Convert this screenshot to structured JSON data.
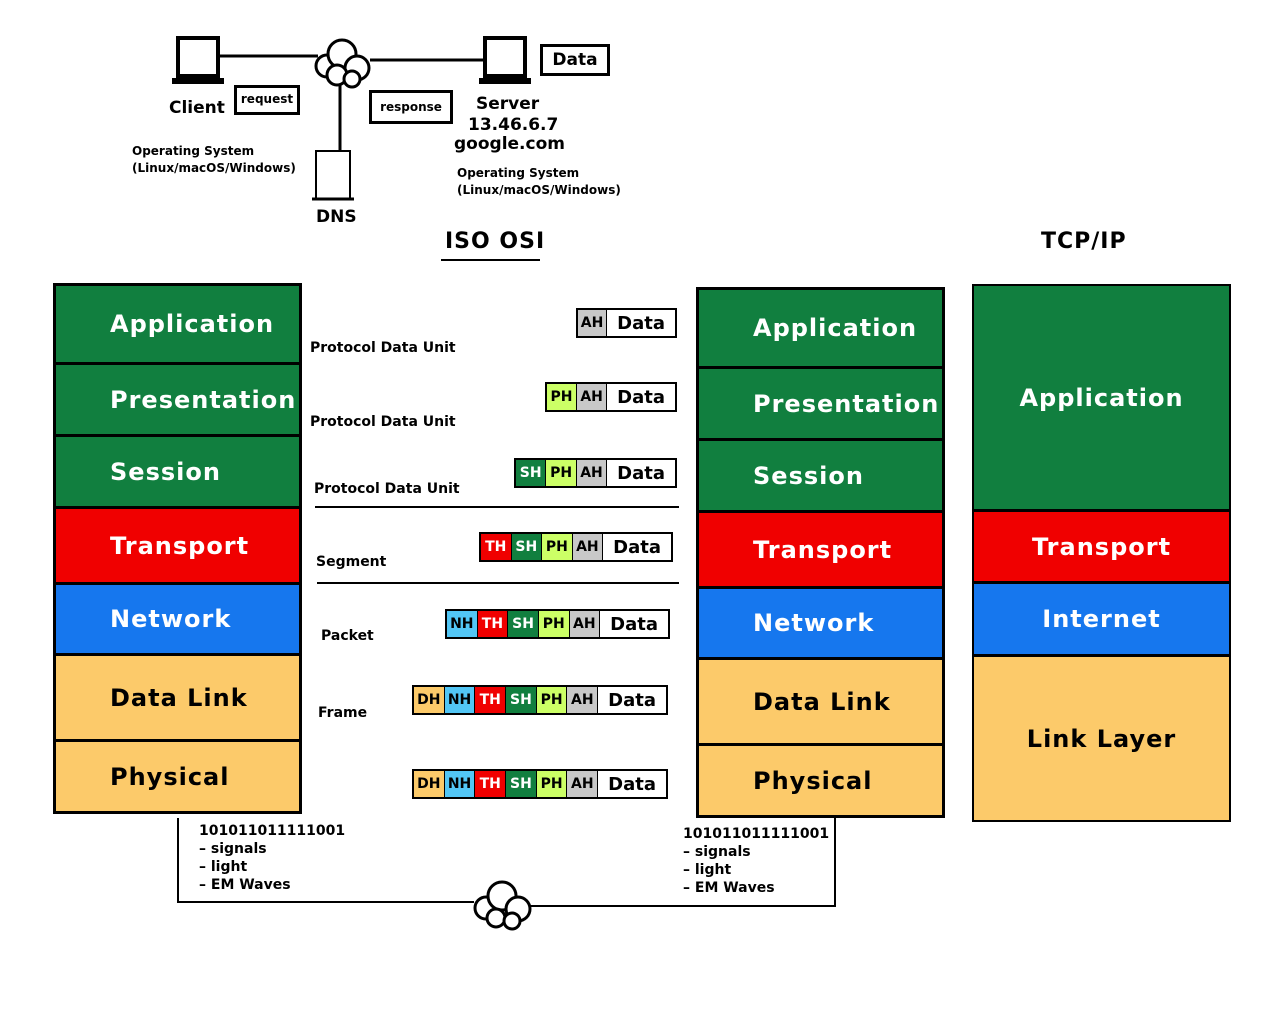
{
  "top": {
    "client": "Client",
    "server": "Server",
    "server_ip": "13.46.6.7",
    "server_host": "google.com",
    "dns": "DNS",
    "request": "request",
    "response": "response",
    "data_box": "Data",
    "client_os_1": "Operating System",
    "client_os_2": "(Linux/macOS/Windows)",
    "server_os_1": "Operating System",
    "server_os_2": "(Linux/macOS/Windows)"
  },
  "titles": {
    "osi": "ISO OSI",
    "tcpip": "TCP/IP"
  },
  "osi_layers": [
    {
      "name": "Application",
      "color": "#117f3f"
    },
    {
      "name": "Presentation",
      "color": "#117f3f"
    },
    {
      "name": "Session",
      "color": "#117f3f"
    },
    {
      "name": "Transport",
      "color": "#f00000"
    },
    {
      "name": "Network",
      "color": "#1677ee"
    },
    {
      "name": "Data Link",
      "color": "#fcca6a"
    },
    {
      "name": "Physical",
      "color": "#fcca6a"
    }
  ],
  "tcpip_layers": [
    {
      "name": "Application",
      "color": "#117f3f"
    },
    {
      "name": "Transport",
      "color": "#f00000"
    },
    {
      "name": "Internet",
      "color": "#1677ee"
    },
    {
      "name": "Link Layer",
      "color": "#fcca6a"
    }
  ],
  "header_colors": {
    "DH": "#fcca6a",
    "NH": "#52c6f5",
    "TH": "#f00000",
    "SH": "#117f3f",
    "PH": "#ccff66",
    "AH": "#c8c8c8"
  },
  "pdus": [
    {
      "label": "Protocol Data Unit",
      "headers": [
        "AH"
      ],
      "data": "Data"
    },
    {
      "label": "Protocol Data Unit",
      "headers": [
        "PH",
        "AH"
      ],
      "data": "Data"
    },
    {
      "label": "Protocol Data Unit",
      "headers": [
        "SH",
        "PH",
        "AH"
      ],
      "data": "Data"
    },
    {
      "label": "Segment",
      "headers": [
        "TH",
        "SH",
        "PH",
        "AH"
      ],
      "data": "Data"
    },
    {
      "label": "Packet",
      "headers": [
        "NH",
        "TH",
        "SH",
        "PH",
        "AH"
      ],
      "data": "Data"
    },
    {
      "label": "Frame",
      "headers": [
        "DH",
        "NH",
        "TH",
        "SH",
        "PH",
        "AH"
      ],
      "data": "Data"
    },
    {
      "label": "",
      "headers": [
        "DH",
        "NH",
        "TH",
        "SH",
        "PH",
        "AH"
      ],
      "data": "Data"
    }
  ],
  "physical_left": [
    "101011011111001",
    "– signals",
    "– light",
    "– EM Waves"
  ],
  "physical_right": [
    "101011011111001",
    "– signals",
    "– light",
    "– EM Waves"
  ]
}
